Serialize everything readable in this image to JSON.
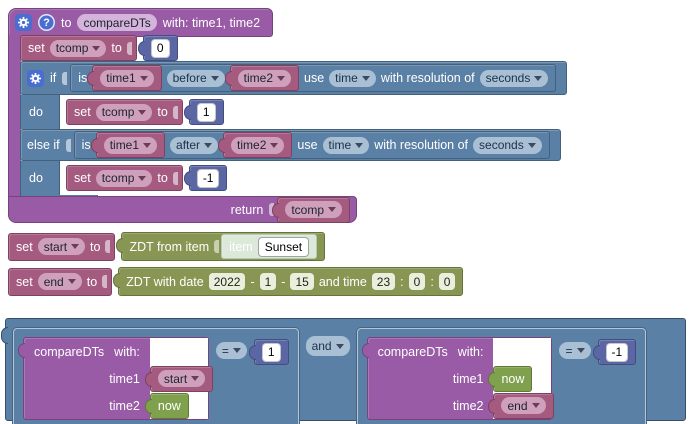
{
  "icons": {
    "gear": "gear",
    "help": "?"
  },
  "labels": {
    "set": "set",
    "to": "to",
    "do": "do",
    "if": "if",
    "else_if": "else if",
    "is": "is",
    "use": "use",
    "res": "with resolution of",
    "return": "return"
  },
  "fn": {
    "to": "to",
    "name": "compareDTs",
    "params": "with: time1, time2",
    "init": {
      "var": "tcomp",
      "value": "0"
    },
    "cond1": {
      "a": "time1",
      "op": "before",
      "b": "time2",
      "source": "time",
      "resolution": "seconds"
    },
    "then": {
      "var": "tcomp",
      "value": "1"
    },
    "cond2": {
      "a": "time1",
      "op": "after",
      "b": "time2",
      "source": "time",
      "resolution": "seconds"
    },
    "else_then": {
      "var": "tcomp",
      "value": "-1"
    },
    "return_var": "tcomp"
  },
  "set_start": {
    "var": "start",
    "block_label": "ZDT from item",
    "item_label": "item",
    "item_name": "Sunset"
  },
  "set_end": {
    "var": "end",
    "block_label": "ZDT with date",
    "year": "2022",
    "dash": "-",
    "month": "1",
    "day": "15",
    "and_time": "and time",
    "hour": "23",
    "colon": ":",
    "minute": "0",
    "second": "0"
  },
  "expr": {
    "and": "and",
    "left": {
      "name": "compareDTs",
      "with": "with:",
      "t1_label": "time1",
      "t1": "start",
      "t2_label": "time2",
      "t2": "now",
      "op": "=",
      "value": "1"
    },
    "right": {
      "name": "compareDTs",
      "with": "with:",
      "t1_label": "time1",
      "t1": "now",
      "t2_label": "time2",
      "t2": "end",
      "op": "=",
      "value": "-1"
    }
  }
}
